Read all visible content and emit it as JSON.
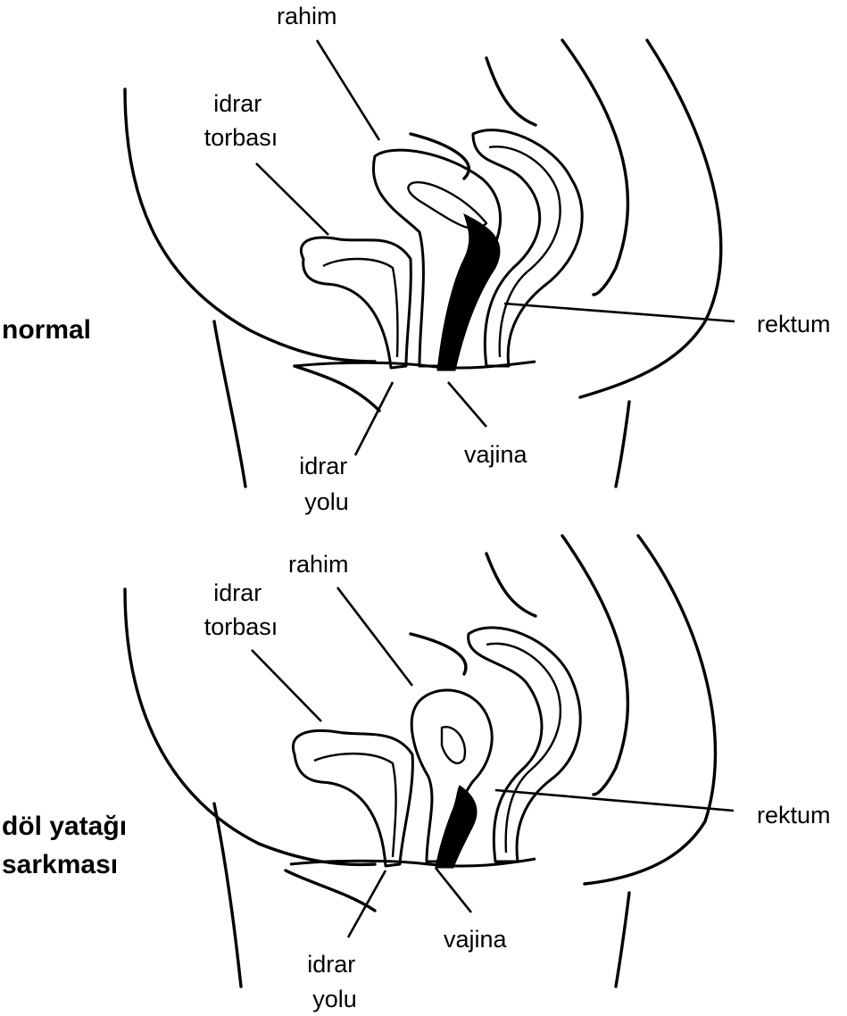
{
  "panels": {
    "normal": {
      "title": [
        "normal"
      ],
      "labels": {
        "rahim": "rahim",
        "idrar_torbasi": [
          "idrar",
          "torbası"
        ],
        "rektum": "rektum",
        "vajina": "vajina",
        "idrar_yolu": [
          "idrar",
          "yolu"
        ]
      }
    },
    "prolapse": {
      "title": [
        "döl yatağı",
        "sarkması"
      ],
      "labels": {
        "rahim": "rahim",
        "idrar_torbasi": [
          "idrar",
          "torbası"
        ],
        "rektum": "rektum",
        "vajina": "vajina",
        "idrar_yolu": [
          "idrar",
          "yolu"
        ]
      }
    }
  }
}
